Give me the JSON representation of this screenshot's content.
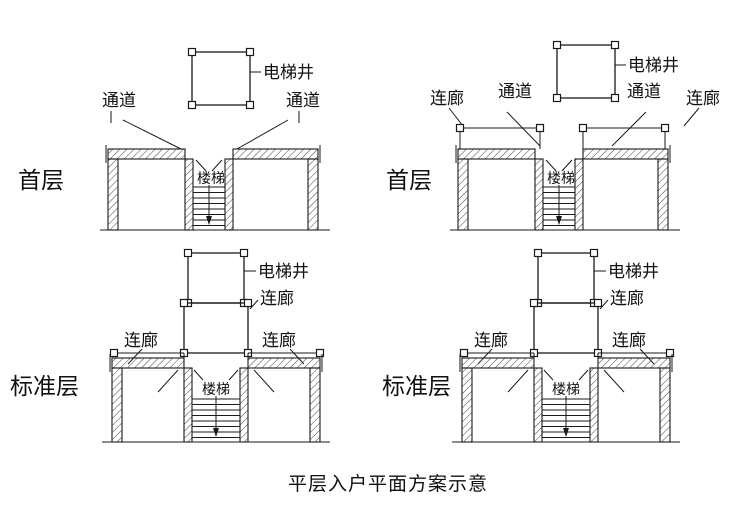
{
  "title": "平层入户平面方案示意",
  "colors": {
    "ink": "#1a1a1a",
    "background": "#ffffff"
  },
  "panels": {
    "top_left": {
      "floor": "首层",
      "elevator_shaft": "电梯井",
      "passage_left": "通道",
      "passage_right": "通道",
      "stairs": "楼梯"
    },
    "top_right": {
      "floor": "首层",
      "elevator_shaft": "电梯井",
      "corridor_left": "连廊",
      "passage_left": "通道",
      "passage_right": "通道",
      "corridor_right": "连廊",
      "stairs": "楼梯"
    },
    "bottom_left": {
      "floor": "标准层",
      "elevator_shaft": "电梯井",
      "bridge": "连廊",
      "corridor_left": "连廊",
      "corridor_right": "连廊",
      "stairs": "楼梯"
    },
    "bottom_right": {
      "floor": "标准层",
      "elevator_shaft": "电梯井",
      "bridge": "连廊",
      "corridor_left": "连廊",
      "corridor_right": "连廊",
      "stairs": "楼梯"
    }
  }
}
